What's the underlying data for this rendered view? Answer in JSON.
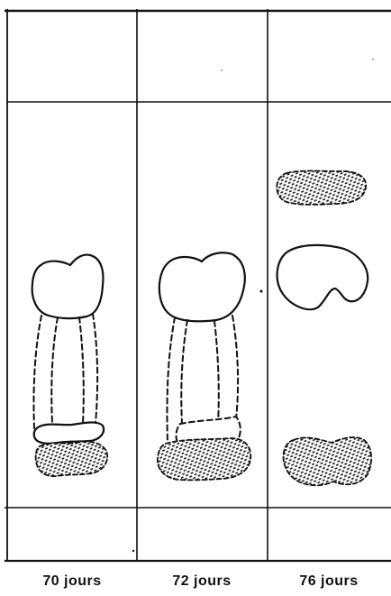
{
  "panels": [
    {
      "label": "70 jours"
    },
    {
      "label": "72 jours"
    },
    {
      "label": "76 jours"
    }
  ]
}
